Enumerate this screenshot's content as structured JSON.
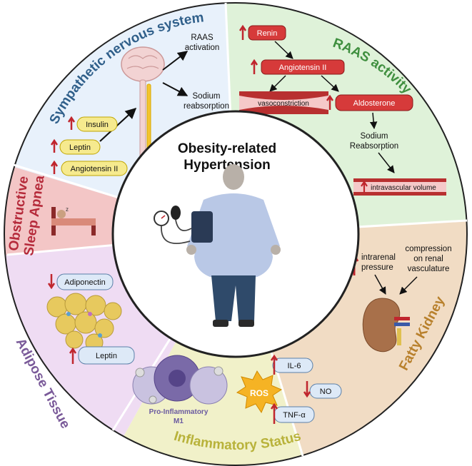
{
  "center": {
    "title_line1": "Obesity-related",
    "title_line2": "Hypertension"
  },
  "sections": {
    "sympathetic": {
      "title": "Sympathetic nervous system",
      "outputs": {
        "raas_line1": "RAAS",
        "raas_line2": "activation",
        "sodium_line1": "Sodium",
        "sodium_line2": "reabsorption"
      },
      "factors": {
        "insulin": "Insulin",
        "leptin": "Leptin",
        "angiotensin": "Angiotensin II"
      }
    },
    "raas": {
      "title": "RAAS activity",
      "renin": "Renin",
      "angiotensin": "Angiotensin II",
      "vasoconstriction": "vasoconstriction",
      "aldosterone": "Aldosterone",
      "sodium_line1": "Sodium",
      "sodium_line2": "Reabsorption",
      "intravascular": "intravascular volume"
    },
    "sleep": {
      "title_line1": "Obstructive",
      "title_line2": "Sleep Apnea"
    },
    "adipose": {
      "title": "Adipose Tissue",
      "adiponectin": "Adiponectin",
      "leptin": "Leptin"
    },
    "inflammatory": {
      "title": "Inflammatory Status",
      "m1_line1": "Pro-Inflammatory",
      "m1_line2": "M1",
      "ros": "ROS",
      "il6": "IL-6",
      "no": "NO",
      "tnf": "TNF-α"
    },
    "kidney": {
      "title": "Fatty Kidney",
      "intrarenal_line1": "intrarenal",
      "intrarenal_line2": "pressure",
      "compression_line1": "compression",
      "compression_line2": "on renal",
      "compression_line3": "vasculature"
    }
  },
  "colors": {
    "sympathetic_bg": "#e8f1fb",
    "raas_bg": "#dff2d9",
    "sleep_bg": "#f3c6c6",
    "adipose_bg": "#efdcf3",
    "inflammatory_bg": "#f1f1c9",
    "kidney_bg": "#f1dcc4",
    "sympathetic_title": "#2f5f8a",
    "raas_title": "#3f8f3f",
    "sleep_title": "#b52a3a",
    "adipose_title": "#7a5a99",
    "inflammatory_title": "#b8b23a",
    "kidney_title": "#b8802c",
    "arrow_red": "#c0262e",
    "pill_red": "#d63a3a",
    "pill_yellow": "#f6ea8e",
    "pill_blue": "#dde9f7"
  }
}
